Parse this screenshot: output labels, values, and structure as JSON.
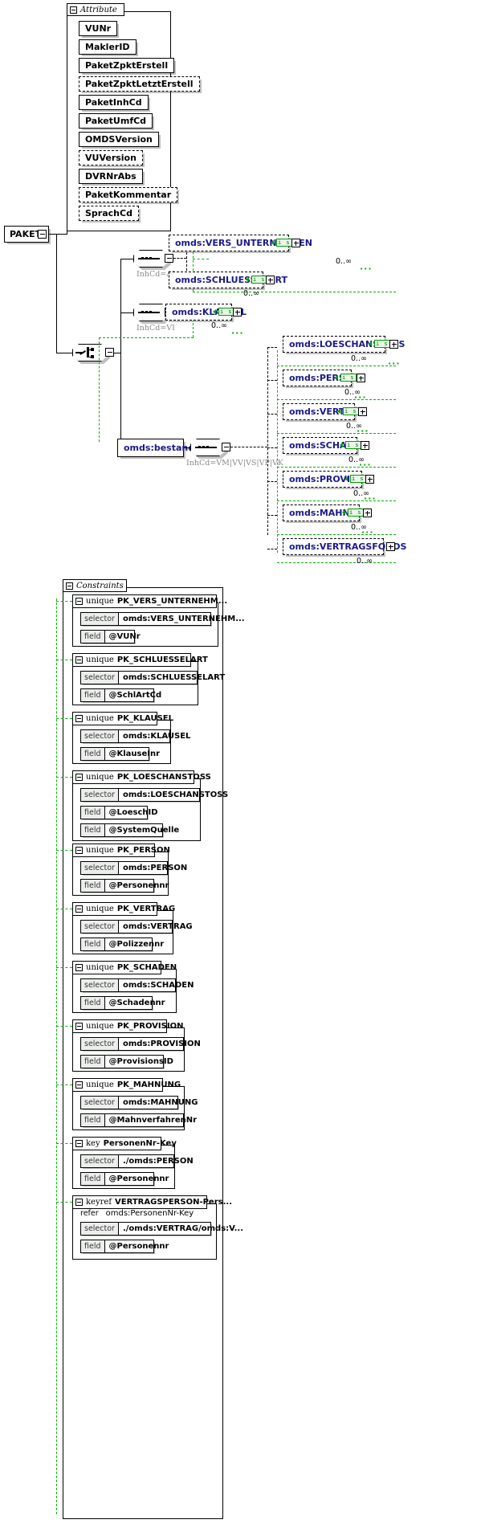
{
  "diagram": {
    "title": "PAKET",
    "root": {
      "label": "PAKET"
    },
    "attribute_group": {
      "label": "Attribute"
    },
    "constraints_group": {
      "label": "Constraints"
    }
  },
  "attributes": [
    {
      "name": "VUNr",
      "optional": false
    },
    {
      "name": "MaklerID",
      "optional": false
    },
    {
      "name": "PaketZpktErstell",
      "optional": false
    },
    {
      "name": "PaketZpktLetztErstell",
      "optional": true
    },
    {
      "name": "PaketInhCd",
      "optional": false
    },
    {
      "name": "PaketUmfCd",
      "optional": false
    },
    {
      "name": "OMDSVersion",
      "optional": false
    },
    {
      "name": "VUVersion",
      "optional": true
    },
    {
      "name": "DVRNrAbs",
      "optional": false
    },
    {
      "name": "PaketKommentar",
      "optional": true
    },
    {
      "name": "SprachCd",
      "optional": true
    }
  ],
  "compositors": {
    "seq_ai": {
      "type": "sequence",
      "label": "InhCd=AI"
    },
    "seq_vi": {
      "type": "sequence",
      "label": "InhCd=VI"
    },
    "choice": {
      "type": "choice",
      "label": ""
    },
    "seq_best": {
      "type": "sequence",
      "label": "InhCd=VM|VV|VS|VP|VK"
    }
  },
  "bestand": {
    "label": "omds:bestand"
  },
  "elements": [
    {
      "name": "omds:VERS_UNTERNEHMEN",
      "badge": "i s",
      "occurs": "0..∞",
      "group": "seq_ai"
    },
    {
      "name": "omds:SCHLUESSELART",
      "badge": "i s",
      "occurs": "0..∞",
      "group": "seq_ai"
    },
    {
      "name": "omds:KLAUSEL",
      "badge": "i s",
      "occurs": "0..∞",
      "group": "seq_vi"
    },
    {
      "name": "omds:LOESCHANSTOSS",
      "badge": "i s",
      "occurs": "0..∞",
      "group": "seq_best"
    },
    {
      "name": "omds:PERSON",
      "badge": "i s",
      "occurs": "0..∞",
      "group": "seq_best"
    },
    {
      "name": "omds:VERTRAG",
      "badge": "i s",
      "occurs": "0..∞",
      "group": "seq_best"
    },
    {
      "name": "omds:SCHADEN",
      "badge": "i s",
      "occurs": "0..∞",
      "group": "seq_best"
    },
    {
      "name": "omds:PROVISION",
      "badge": "i s",
      "occurs": "0..∞",
      "group": "seq_best"
    },
    {
      "name": "omds:MAHNUNG",
      "badge": "i s",
      "occurs": "0..∞",
      "group": "seq_best"
    },
    {
      "name": "omds:VERTRAGSFONDS",
      "badge": "",
      "occurs": "0..∞",
      "group": "seq_best"
    }
  ],
  "constraints": [
    {
      "kind": "unique",
      "name": "PK_VERS_UNTERNEHM...",
      "rows": [
        {
          "lbl": "selector",
          "val": "omds:VERS_UNTERNEHM..."
        },
        {
          "lbl": "field",
          "val": "@VUNr"
        }
      ]
    },
    {
      "kind": "unique",
      "name": "PK_SCHLUESSELART",
      "rows": [
        {
          "lbl": "selector",
          "val": "omds:SCHLUESSELART"
        },
        {
          "lbl": "field",
          "val": "@SchlArtCd"
        }
      ]
    },
    {
      "kind": "unique",
      "name": "PK_KLAUSEL",
      "rows": [
        {
          "lbl": "selector",
          "val": "omds:KLAUSEL"
        },
        {
          "lbl": "field",
          "val": "@KlauseInr"
        }
      ]
    },
    {
      "kind": "unique",
      "name": "PK_LOESCHANSTOSS",
      "rows": [
        {
          "lbl": "selector",
          "val": "omds:LOESCHANSTOSS"
        },
        {
          "lbl": "field",
          "val": "@LoeschID"
        },
        {
          "lbl": "field",
          "val": "@SystemQuelle"
        }
      ]
    },
    {
      "kind": "unique",
      "name": "PK_PERSON",
      "rows": [
        {
          "lbl": "selector",
          "val": "omds:PERSON"
        },
        {
          "lbl": "field",
          "val": "@Personennr"
        }
      ]
    },
    {
      "kind": "unique",
      "name": "PK_VERTRAG",
      "rows": [
        {
          "lbl": "selector",
          "val": "omds:VERTRAG"
        },
        {
          "lbl": "field",
          "val": "@Polizzennr"
        }
      ]
    },
    {
      "kind": "unique",
      "name": "PK_SCHADEN",
      "rows": [
        {
          "lbl": "selector",
          "val": "omds:SCHADEN"
        },
        {
          "lbl": "field",
          "val": "@Schadennr"
        }
      ]
    },
    {
      "kind": "unique",
      "name": "PK_PROVISION",
      "rows": [
        {
          "lbl": "selector",
          "val": "omds:PROVISION"
        },
        {
          "lbl": "field",
          "val": "@ProvisionsID"
        }
      ]
    },
    {
      "kind": "unique",
      "name": "PK_MAHNUNG",
      "rows": [
        {
          "lbl": "selector",
          "val": "omds:MAHNUNG"
        },
        {
          "lbl": "field",
          "val": "@MahnverfahrenNr"
        }
      ]
    },
    {
      "kind": "key",
      "name": "PersonenNr-Key",
      "rows": [
        {
          "lbl": "selector",
          "val": "./omds:PERSON"
        },
        {
          "lbl": "field",
          "val": "@Personennr"
        }
      ]
    },
    {
      "kind": "keyref",
      "name": "VERTRAGSPERSON-Pers...",
      "refer": {
        "lbl": "refer",
        "val": "omds:PersonenNr-Key"
      },
      "rows": [
        {
          "lbl": "selector",
          "val": "./omds:VERTRAG/omds:V..."
        },
        {
          "lbl": "field",
          "val": "@Personennr"
        }
      ]
    }
  ],
  "colors": {
    "accent_green": "#00b400",
    "badge_green": "#007000",
    "node_border": "#000000",
    "namespace_text": "#1a1a8c",
    "label_gray": "#8a8a8a"
  }
}
